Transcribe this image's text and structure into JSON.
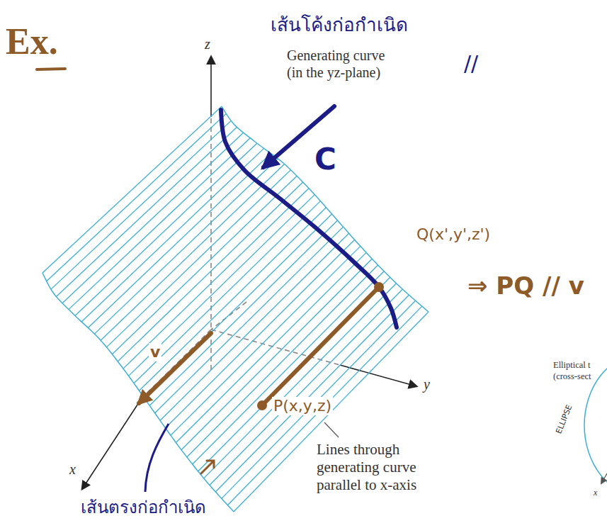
{
  "diagram": {
    "labels": [
      "Ex.",
      "เส้นโค้งก่อกำเนิด",
      "//",
      "Generating curve (in the yz-plane)",
      "z",
      "C",
      "Q(x',y',z')",
      "⇒ PQ // v",
      "v",
      "y",
      "P(x,y,z)",
      "Lines through generating curve parallel to x-axis",
      "x",
      "เส้นตรงก่อกำเนิด",
      "Elliptical t",
      "(cross-sect",
      "ELLIPSE",
      "x"
    ]
  }
}
